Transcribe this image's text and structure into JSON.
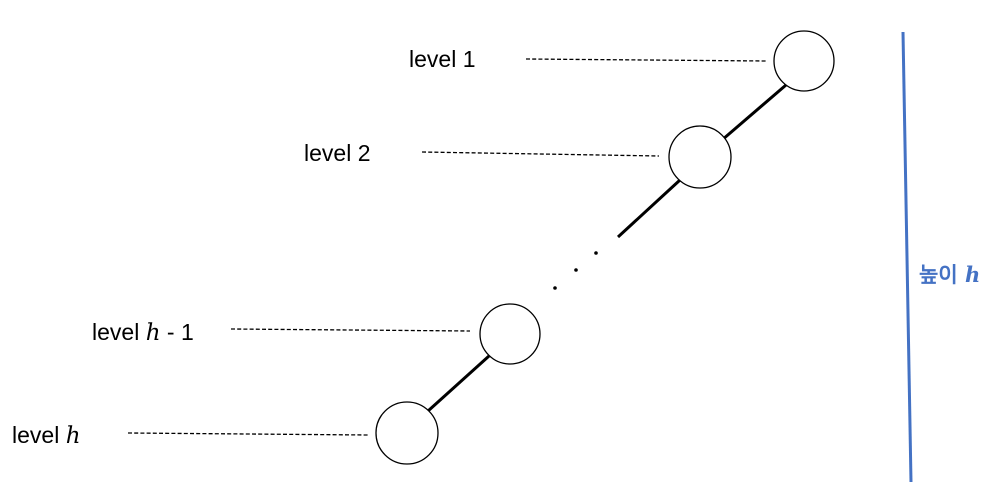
{
  "levels": [
    {
      "prefix": "level 1",
      "var": "",
      "suffix": ""
    },
    {
      "prefix": "level 2",
      "var": "",
      "suffix": ""
    },
    {
      "prefix": "level ",
      "var": "h",
      "suffix": " - 1"
    },
    {
      "prefix": "level ",
      "var": "h",
      "suffix": ""
    }
  ],
  "height_label": {
    "prefix": "높이 ",
    "var": "h"
  },
  "colors": {
    "height_bar": "#4472c4",
    "line": "#000000"
  }
}
